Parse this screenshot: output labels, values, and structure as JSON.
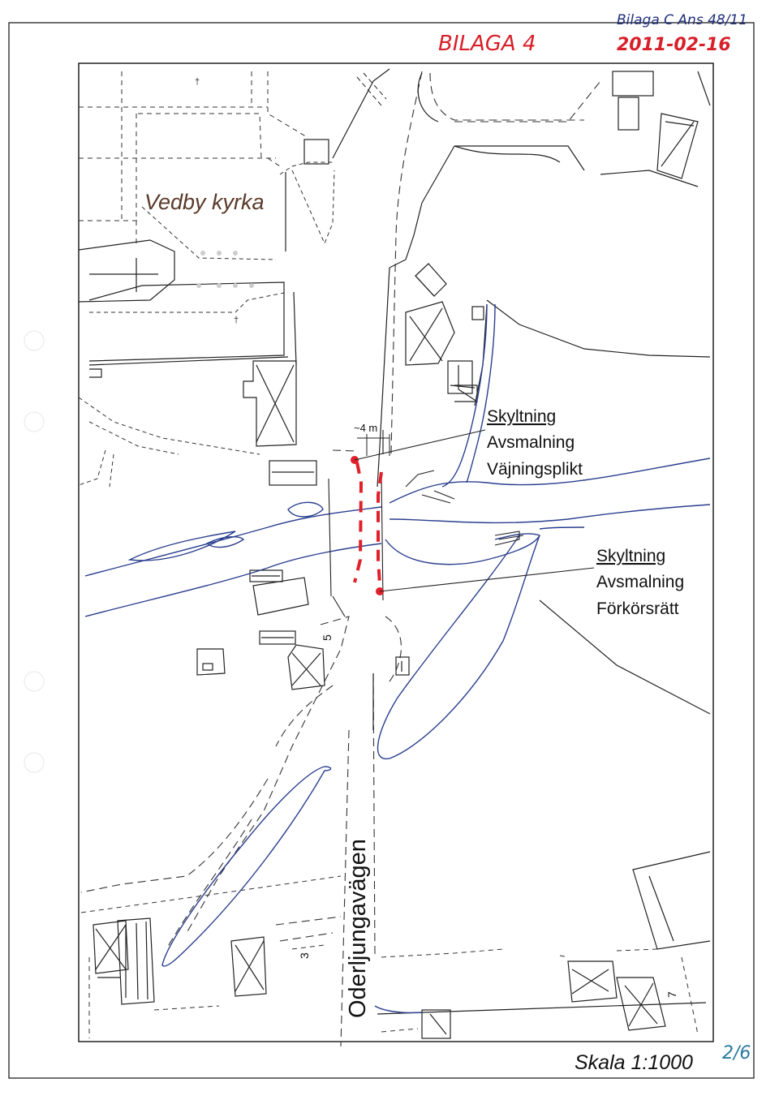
{
  "header": {
    "bilaga_label": "BILAGA 4",
    "corner_note": "Bilaga C Ans 48/11",
    "date": "2011-02-16"
  },
  "map": {
    "church_label": "Vedby kyrka",
    "road_label": "Oderljungavägen",
    "width_marker": "~4 m",
    "house_number_5": "5",
    "house_number_3": "3",
    "house_number_7": "7",
    "sign_north": {
      "title": "Skyltning",
      "line1": "Avsmalning",
      "line2": "Väjningsplikt"
    },
    "sign_south": {
      "title": "Skyltning",
      "line1": "Avsmalning",
      "line2": "Förkörsrätt"
    },
    "scale": "Skala 1:1000",
    "page_mark": "2/6",
    "colors": {
      "stream": "#2a3f8f",
      "narrowing": "#e0202a",
      "handwriting_red": "#d8202a",
      "linework": "#1a1a1a",
      "church_label": "#5a3a2a"
    }
  }
}
